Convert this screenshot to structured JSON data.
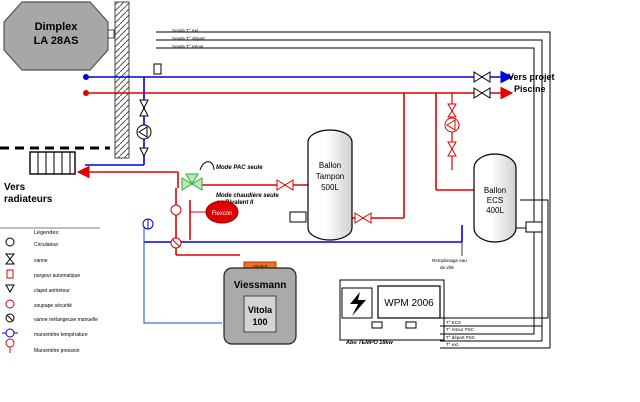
{
  "heat_pump": {
    "line1": "Dimplex",
    "line2": "LA 28AS"
  },
  "radiators_label": {
    "line1": "Vers",
    "line2": "radiateurs"
  },
  "pool_label": {
    "line1": "Vers projet",
    "line2": "Piscine"
  },
  "sensors_top": [
    "Sonde T° ext.",
    "Sonde T° départ",
    "Sonde T° retour"
  ],
  "buffer_tank": {
    "line1": "Ballon",
    "line2": "Tampon",
    "line3": "500L"
  },
  "dhw_tank": {
    "line1": "Ballon",
    "line2": "ECS",
    "line3": "400L"
  },
  "mode_pac": "Mode PAC seule",
  "mode_boiler": {
    "line1": "Mode chaudière seule",
    "line2": "ou Bivalent II"
  },
  "flexcon_label": "Flexcon",
  "boiler": {
    "name": "Viessmann",
    "model1": "Vitola",
    "model2": "100",
    "tag": "Vitotrol"
  },
  "controller": "WPM 2006",
  "power_label": "Abo TEMPO 18kw",
  "refill_note": {
    "line1": "Remplissage eau",
    "line2": "de ville"
  },
  "sensor_bottom": [
    "T° ECS",
    "T° retour PSC",
    "T° départ PSC",
    "T° ext."
  ],
  "legend": {
    "title": "Légendes:",
    "items": [
      "Circulateur",
      "vanne",
      "purgeur automatique",
      "clapet antiretour",
      "soupape sécurité",
      "vanne mélangeuse manuelle",
      "manomètre température",
      "Manomètre pression"
    ]
  },
  "colors": {
    "hot": "#e00000",
    "cold": "#0000e0",
    "boiler_tag": "#f07020",
    "valve_green": "#33aa33"
  }
}
